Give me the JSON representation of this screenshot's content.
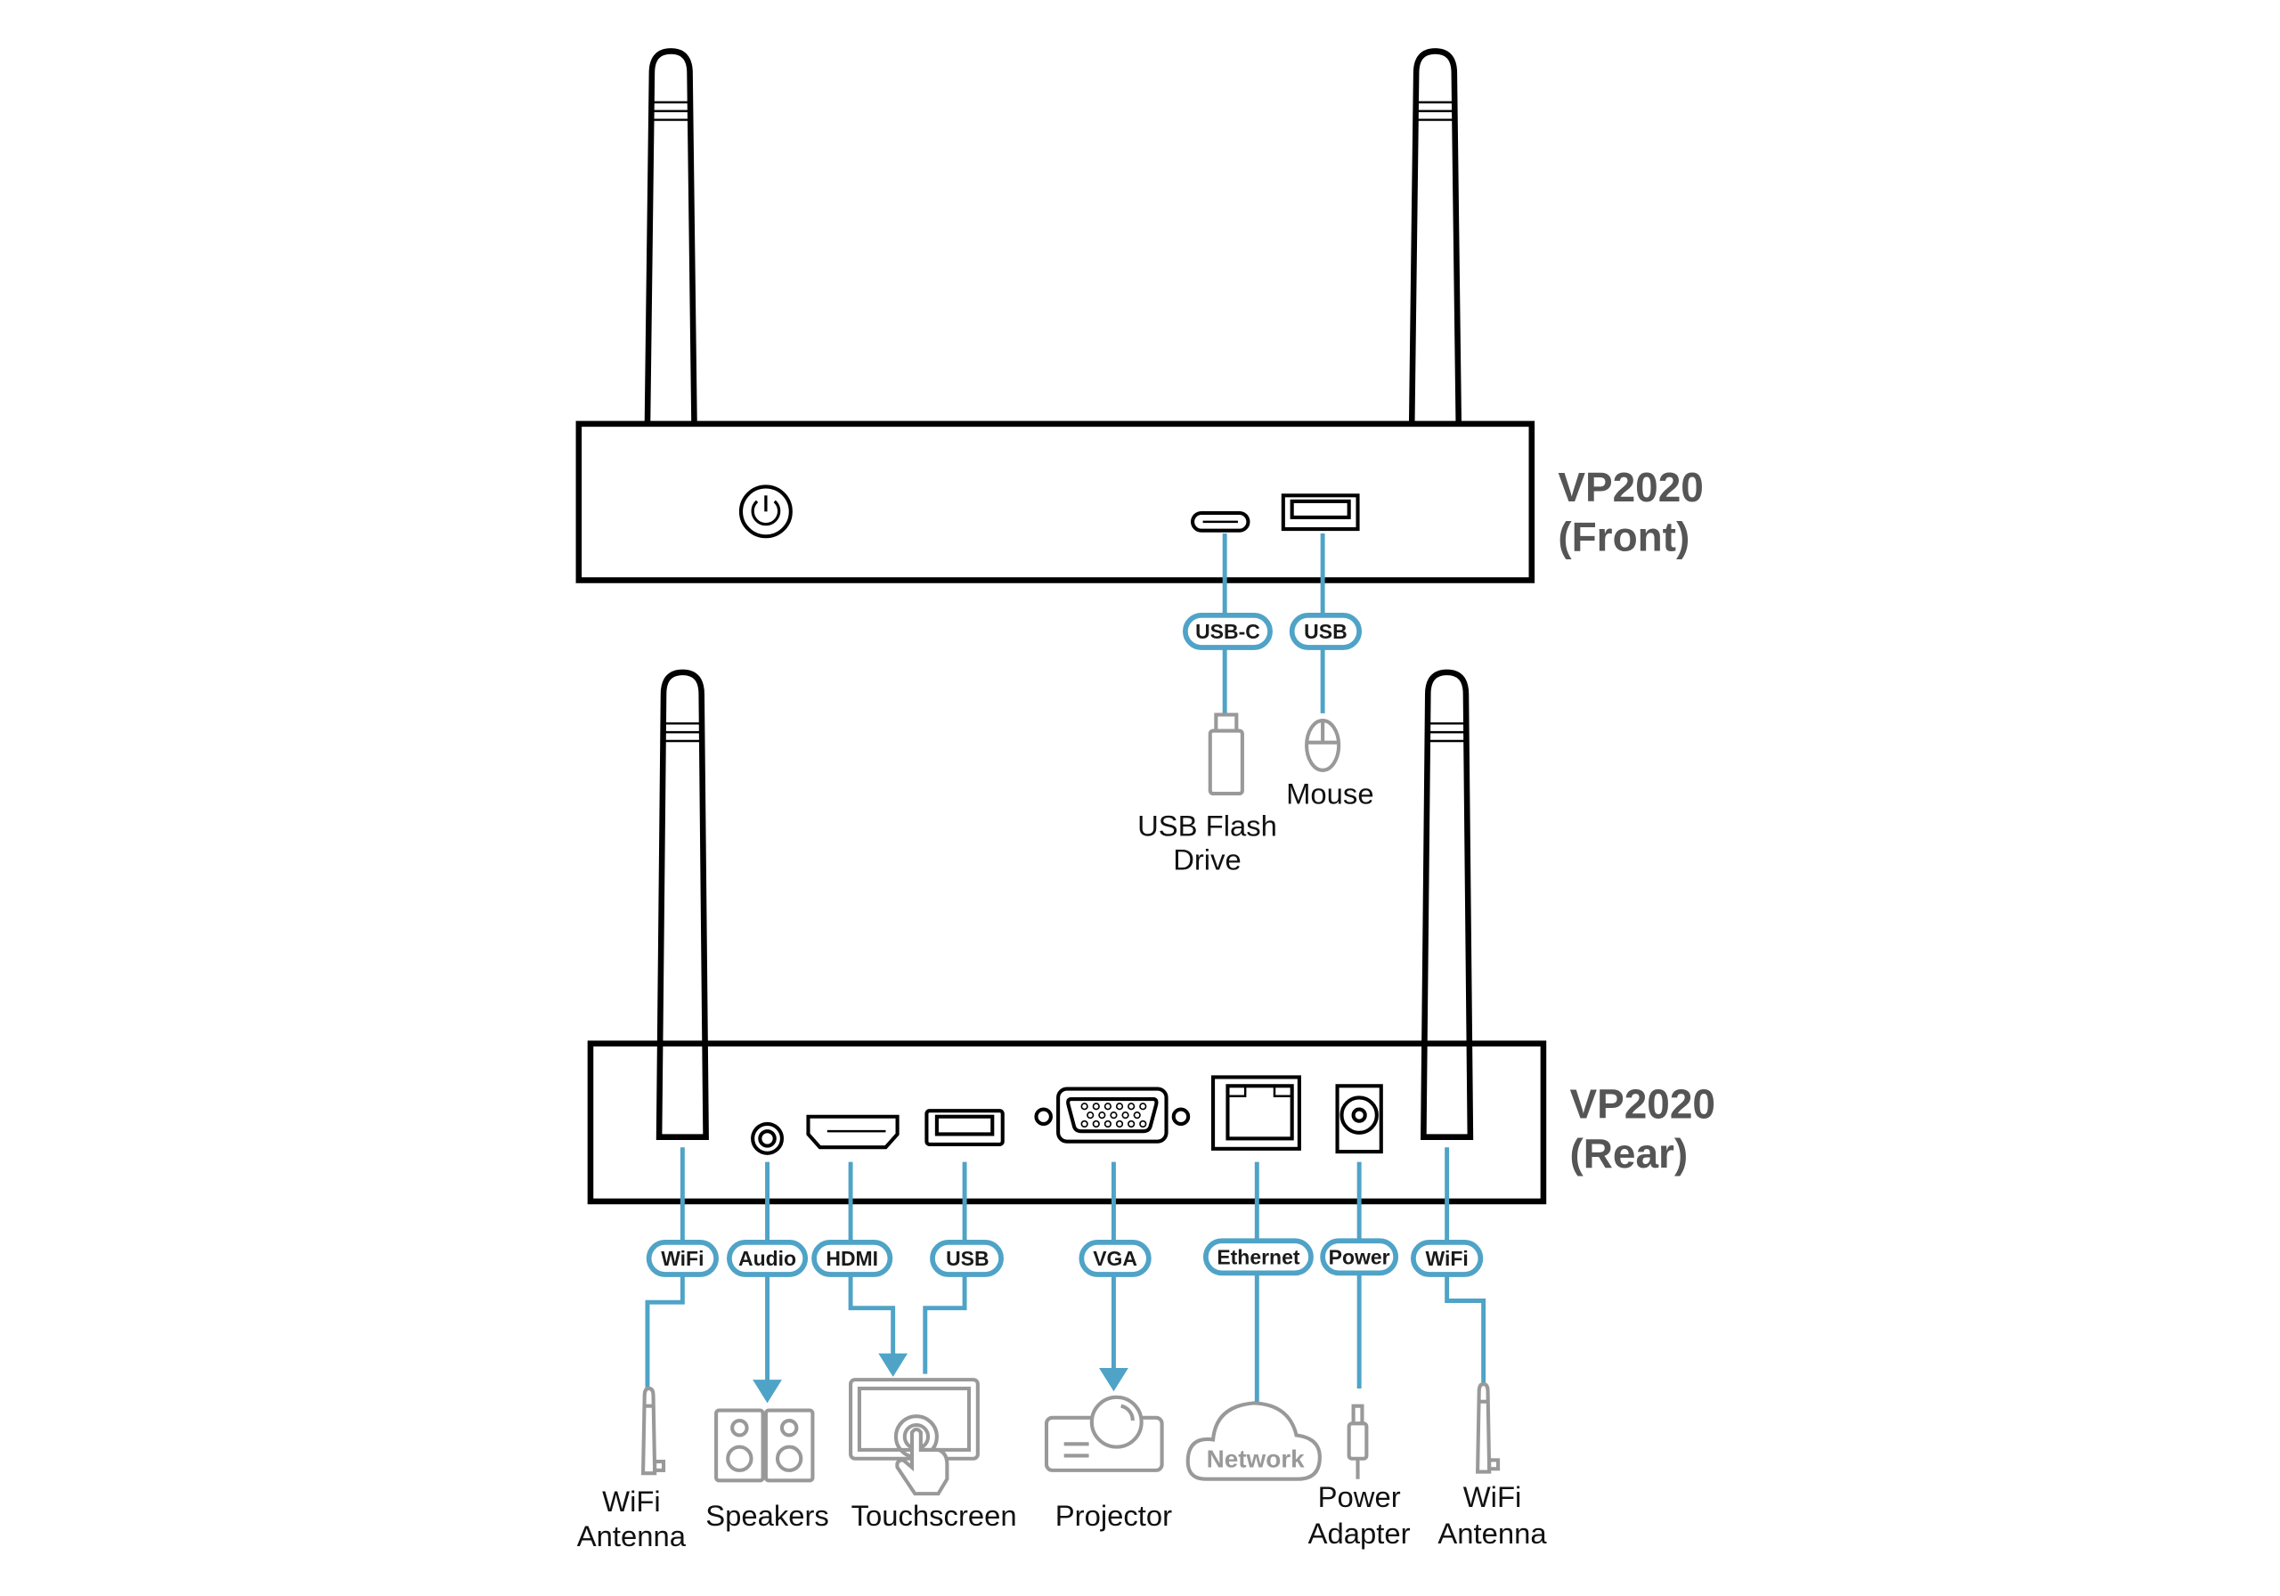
{
  "front": {
    "title_line1": "VP2020",
    "title_line2": "(Front)",
    "ports": {
      "usbc": "USB-C",
      "usb": "USB"
    },
    "devices": {
      "flash_line1": "USB Flash",
      "flash_line2": "Drive",
      "mouse": "Mouse"
    }
  },
  "rear": {
    "title_line1": "VP2020",
    "title_line2": "(Rear)",
    "ports": {
      "wifi_left": "WiFi",
      "audio": "Audio",
      "hdmi": "HDMI",
      "usb": "USB",
      "vga": "VGA",
      "ethernet": "Ethernet",
      "power": "Power",
      "wifi_right": "WiFi"
    },
    "devices": {
      "wifi_left_line1": "WiFi",
      "wifi_left_line2": "Antenna",
      "speakers": "Speakers",
      "touchscreen": "Touchscreen",
      "projector": "Projector",
      "network": "Network",
      "power_line1": "Power",
      "power_line2": "Adapter",
      "wifi_right_line1": "WiFi",
      "wifi_right_line2": "Antenna"
    }
  },
  "colors": {
    "connector": "#4fa3c7",
    "device_icon": "#999999",
    "title": "#555555"
  }
}
